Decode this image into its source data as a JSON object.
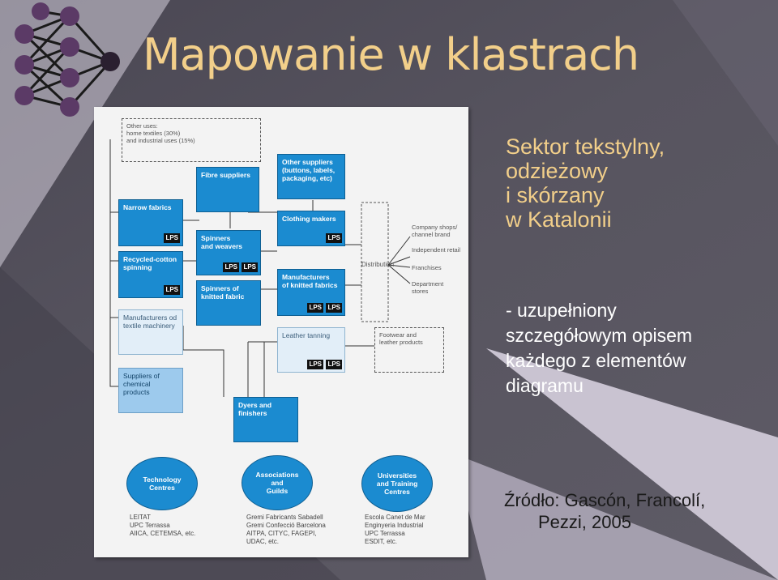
{
  "title": "Mapowanie w klastrach",
  "heading_lines": [
    "Sektor tekstylny,",
    "odzieżowy",
    "i skórzany",
    "w Katalonii"
  ],
  "body_lines": [
    "- uzupełniony",
    "szczegółowym opisem",
    "każdego z elementów",
    "diagramu"
  ],
  "source_lines": [
    "Źródło: Gascón, Francolí,",
    "Pezzi, 2005"
  ],
  "decor_icon": "neural-network-icon",
  "diagram": {
    "other_uses": [
      "Other uses:",
      "home textiles (30%)",
      "and industrial uses (15%)"
    ],
    "fibre_suppliers": "Fibre suppliers",
    "other_suppliers": [
      "Other suppliers",
      "(buttons, labels,",
      "packaging, etc)"
    ],
    "narrow_fabrics": "Narrow fabrics",
    "recycled_cotton": [
      "Recycled-cotton",
      "spinning"
    ],
    "spinners_weavers": [
      "Spinners",
      "and weavers"
    ],
    "clothing_makers": "Clothing makers",
    "spinners_knitted": [
      "Spinners of",
      "knitted fabric"
    ],
    "manufacturers_knitted": [
      "Manufacturers",
      "of knitted fabrics"
    ],
    "textile_machinery": [
      "Manufacturers od",
      "textile machinery"
    ],
    "leather_tanning": "Leather tanning",
    "chemical_suppliers": [
      "Suppliers of",
      "chemical products"
    ],
    "dyers_finishers": [
      "Dyers and",
      "finishers"
    ],
    "distribution": "Distribution",
    "channels": [
      [
        "Company shops/",
        "channel brand"
      ],
      [
        "Independent retail"
      ],
      [
        "Franchises"
      ],
      [
        "Department",
        "stores"
      ]
    ],
    "footwear": [
      "Footwear and",
      "leather products"
    ],
    "lps": "LPS",
    "technology_centres": "Technology Centres",
    "associations": [
      "Associations and",
      "Guilds"
    ],
    "universities": [
      "Universities",
      "and Training",
      "Centres"
    ],
    "tech_list": [
      "LEITAT",
      "UPC Terrassa",
      "AIICA, CETEMSA, etc."
    ],
    "assoc_list": [
      "Gremi Fabricants Sabadell",
      "Gremi Confecció Barcelona",
      "AITPA, CITYC, FAGEPI,",
      "UDAC, etc."
    ],
    "univ_list": [
      "Escola Canet de Mar",
      "Enginyeria Industrial",
      "UPC Terrassa",
      "ESDIT, etc."
    ]
  },
  "colors": {
    "title": "#f2cf8a",
    "box_blue": "#1b8bd0",
    "background": "#57545f",
    "triangle": "#c9c3d1"
  }
}
